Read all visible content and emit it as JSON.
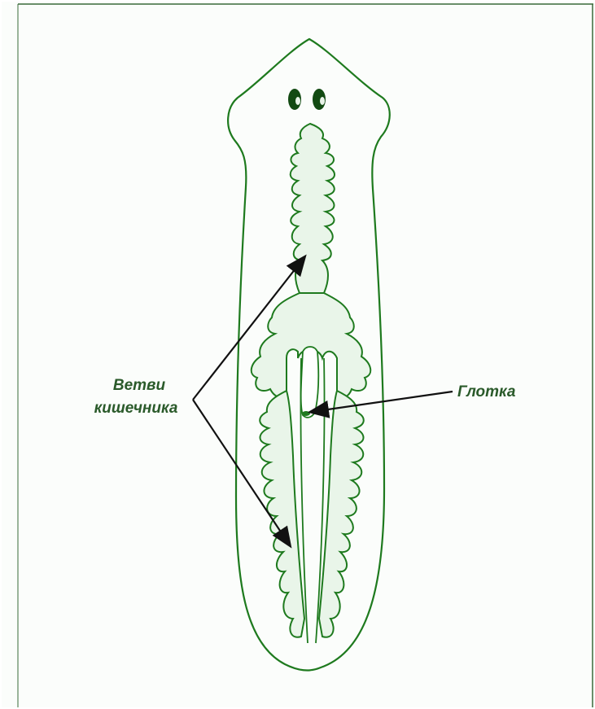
{
  "labels": {
    "intestine_line1": "Ветви",
    "intestine_line2": "кишечника",
    "pharynx": "Глотка"
  },
  "colors": {
    "background": "#fbfdfb",
    "frame": "#3a6b3a",
    "outline": "#1e7a1e",
    "eye": "#124a12",
    "gut_fill": "#e9f5e9",
    "arrow": "#111111",
    "text": "#2a5a2a"
  }
}
